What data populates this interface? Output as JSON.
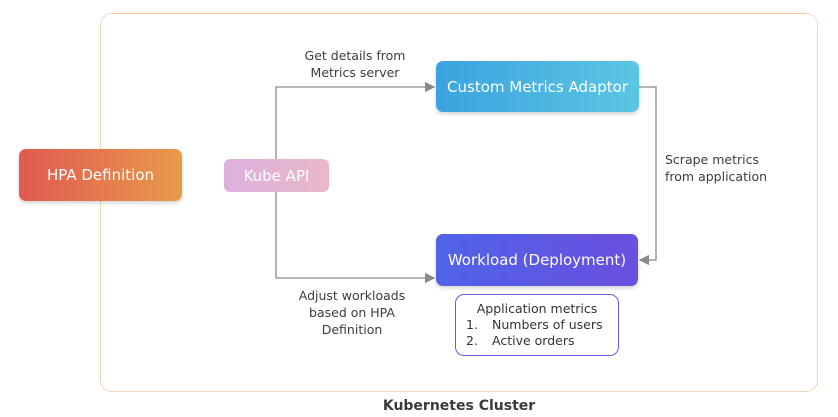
{
  "cluster": {
    "label": "Kubernetes Cluster"
  },
  "nodes": {
    "hpa_definition": "HPA Definition",
    "kube_api": "Kube API",
    "custom_metrics_adaptor": "Custom Metrics Adaptor",
    "workload": "Workload (Deployment)"
  },
  "edge_labels": {
    "get_details": [
      "Get details from",
      "Metrics server"
    ],
    "scrape": [
      "Scrape metrics",
      "from application"
    ],
    "adjust": [
      "Adjust workloads",
      "based on HPA",
      "Definition"
    ]
  },
  "metrics_box": {
    "title": "Application metrics",
    "items": [
      {
        "num": "1.",
        "text": "Numbers of users"
      },
      {
        "num": "2.",
        "text": "Active orders"
      }
    ]
  },
  "colors": {
    "arrow": "#8a8a8a",
    "cluster_border": "#e8b07a",
    "metrics_border": "#6a5ae0"
  }
}
